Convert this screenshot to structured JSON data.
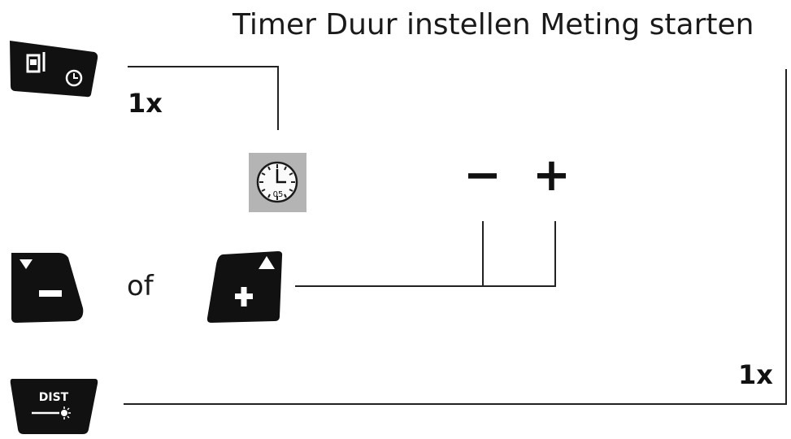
{
  "title": "Timer Duur instellen Meting starten",
  "steps": {
    "press_count_top": "1x",
    "press_count_bottom": "1x",
    "or_label": "of",
    "decrease_symbol": "−",
    "increase_symbol": "+"
  },
  "timer_display": {
    "value": "05",
    "icon": "clock-icon"
  },
  "keys": {
    "timer_key": {
      "icon": "timer-key-icon"
    },
    "minus_key": {
      "icon": "minus-key-icon"
    },
    "plus_key": {
      "icon": "plus-key-icon"
    },
    "dist_key": {
      "label": "DIST",
      "icon": "laser-icon"
    }
  }
}
